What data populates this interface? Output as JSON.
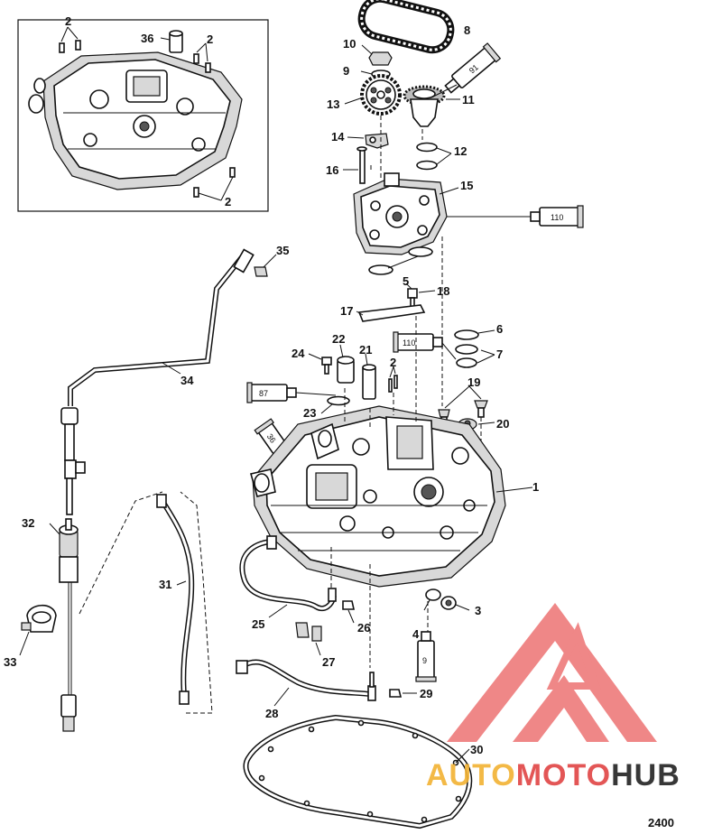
{
  "diagram_number": "2400",
  "watermark": {
    "part1": "AUTO",
    "part2": "MOTO",
    "part3": "HUB",
    "colors": {
      "logo": "#ee7b7b",
      "auto": "#f2b233",
      "moto": "#e04444",
      "hub": "#222222"
    }
  },
  "callouts": [
    "1",
    "2",
    "2",
    "2",
    "2",
    "3",
    "4",
    "5",
    "6",
    "7",
    "8",
    "9",
    "10",
    "11",
    "12",
    "13",
    "14",
    "15",
    "16",
    "17",
    "18",
    "19",
    "20",
    "21",
    "22",
    "23",
    "24",
    "25",
    "26",
    "27",
    "28",
    "29",
    "30",
    "31",
    "32",
    "33",
    "34",
    "35",
    "36"
  ],
  "tubes": [
    "91",
    "110",
    "110",
    "87",
    "36",
    "9"
  ]
}
